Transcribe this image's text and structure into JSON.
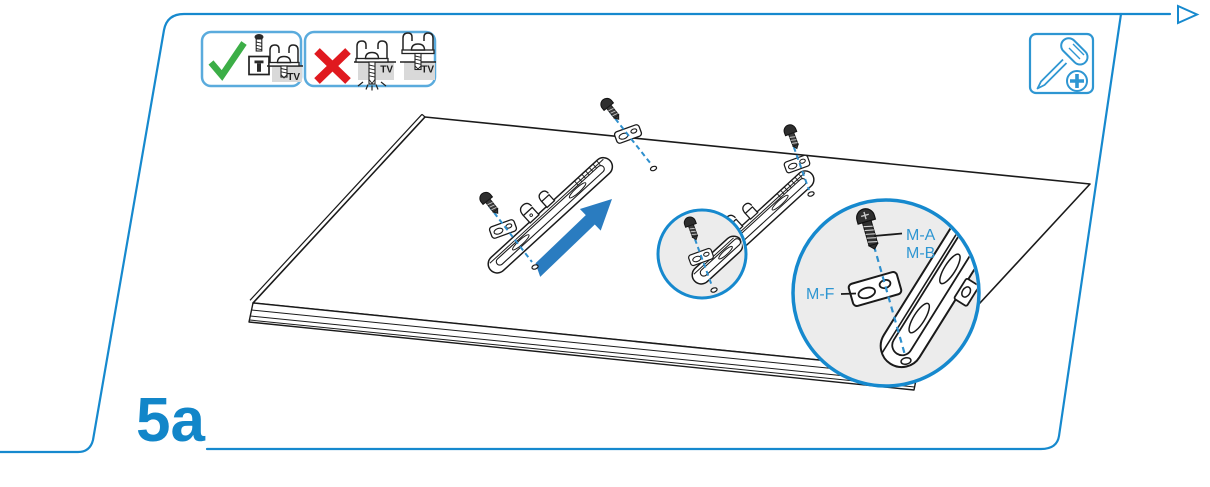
{
  "page": {
    "step_label": "5a"
  },
  "do_box": {
    "tv_label": "TV"
  },
  "dont_box": {
    "tv_label_overdriven": "TV",
    "tv_label_gap": "TV"
  },
  "callout": {
    "screw_label_line1": "M-A",
    "screw_label_line2": "M-B",
    "spacer_label": "M-F"
  },
  "icons": {
    "do": "green-checkmark",
    "dont": "red-cross",
    "screw_depth_gauge": "screw-with-gauge-block",
    "tool": "phillips-screwdriver",
    "tool_bit": "phillips-plus-circle",
    "next_page": "right-triangle-arrow",
    "slide_direction": "blue-arrow"
  },
  "colors": {
    "accent_blue": "#1689ce",
    "box_border_blue": "#5aabdd",
    "arrow_blue": "#2a7cc0",
    "check_green": "#3cae47",
    "cross_red": "#e0191f",
    "line_art": "#1a1a1a",
    "detail_circle_fill": "#ececec",
    "tv_block_gray": "#d9d9d9"
  }
}
